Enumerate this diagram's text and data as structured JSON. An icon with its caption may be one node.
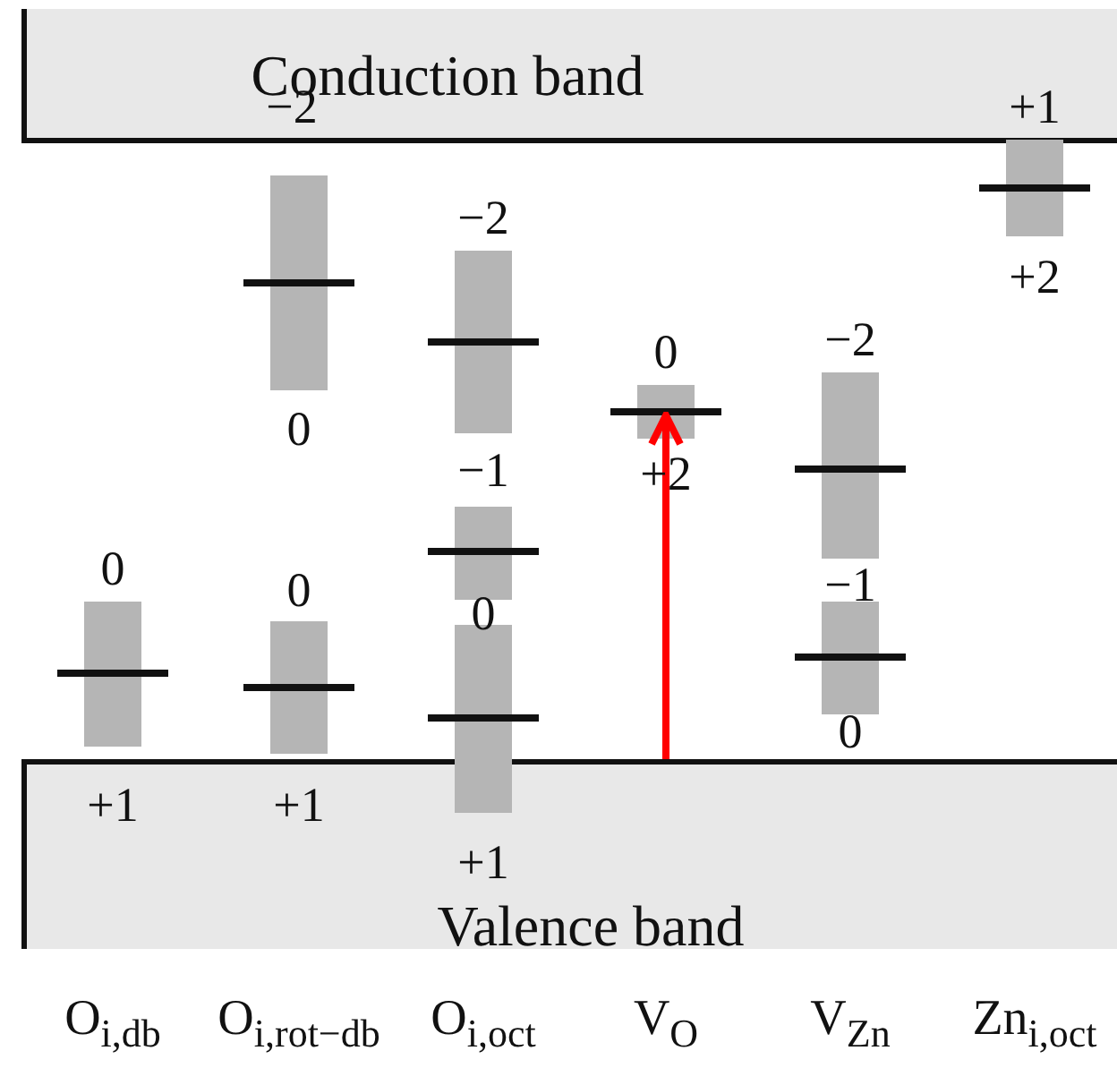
{
  "diagram": {
    "nodes": [
      {
        "text": [
          "Conduction band"
        ]
      },
      {
        "text": [
          "Valence band"
        ]
      },
      {
        "text": [],
        "shape": "bar"
      },
      {
        "text": [],
        "shape": "bar"
      },
      {
        "text": [],
        "shape": "bar"
      },
      {
        "text": [],
        "shape": "bar"
      },
      {
        "text": [],
        "shape": "bar"
      },
      {
        "text": [],
        "shape": "bar"
      },
      {
        "text": [],
        "shape": "bar"
      },
      {
        "text": [],
        "shape": "bar"
      },
      {
        "text": [],
        "shape": "bar"
      },
      {
        "text": [],
        "shape": "bar"
      }
    ],
    "edges": [
      {
        "from": 1,
        "to": 8,
        "arrow": "to",
        "color": "#ff0000"
      }
    ],
    "labels": [
      "0",
      "+1",
      "−2",
      "0",
      "0",
      "+1",
      "−2",
      "−1",
      "0",
      "+1",
      "0",
      "+2",
      "−2",
      "−1",
      "0",
      "+1",
      "+2",
      "O$_{i,db}$",
      "O$_{i,rot−db}$",
      "O$_{i,oct}$",
      "V$_{O}$",
      "V$_{Zn}$",
      "Zn$_{i,oct}$"
    ]
  }
}
